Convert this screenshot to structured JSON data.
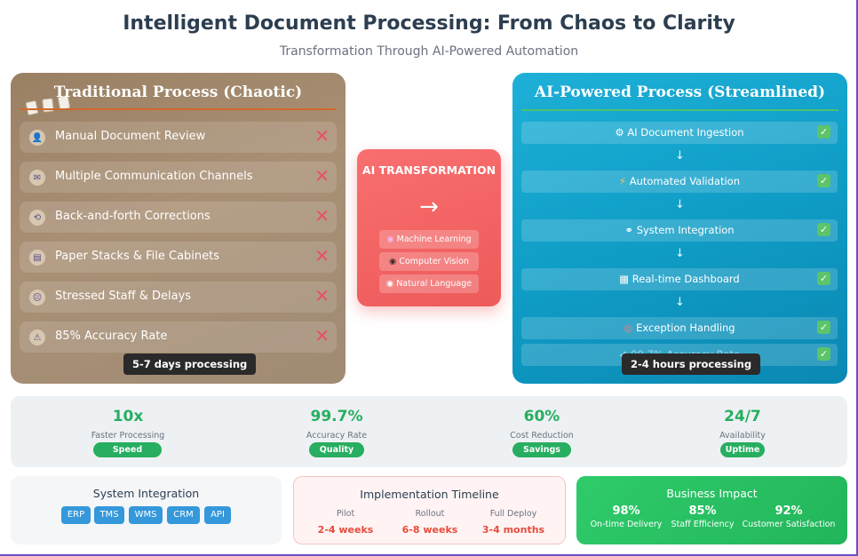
{
  "header": {
    "title": "Intelligent Document Processing: From Chaos to Clarity",
    "subtitle": "Transformation Through AI-Powered Automation"
  },
  "traditional": {
    "title": "Traditional Process (Chaotic)",
    "items": [
      {
        "label": "Manual Document Review",
        "icon": "person-icon",
        "glyph": "👤"
      },
      {
        "label": "Multiple Communication Channels",
        "icon": "email-icon",
        "glyph": "✉"
      },
      {
        "label": "Back-and-forth Corrections",
        "icon": "repeat-icon",
        "glyph": "⟲"
      },
      {
        "label": "Paper Stacks & File Cabinets",
        "icon": "cabinet-icon",
        "glyph": "▤"
      },
      {
        "label": "Stressed Staff & Delays",
        "icon": "stressed-face-icon",
        "glyph": "☹"
      },
      {
        "label": "85% Accuracy Rate",
        "icon": "warning-icon",
        "glyph": "⚠"
      }
    ],
    "status_icon": "x-icon",
    "status_glyph": "✕",
    "time_badge": "5-7 days processing"
  },
  "transformation": {
    "title": "AI TRANSFORMATION",
    "arrow": "→",
    "pills": [
      {
        "label": "Machine Learning",
        "icon": "brain-icon",
        "glyph": "◉"
      },
      {
        "label": "Computer Vision",
        "icon": "eye-icon",
        "glyph": "◉"
      },
      {
        "label": "Natural Language",
        "icon": "speech-icon",
        "glyph": "◉"
      }
    ]
  },
  "ai_process": {
    "title": "AI-Powered Process (Streamlined)",
    "steps": [
      {
        "label": "AI Document Ingestion",
        "icon": "robot-icon",
        "glyph": "⚙"
      },
      {
        "label": "Automated Validation",
        "icon": "lightning-icon",
        "glyph": "⚡"
      },
      {
        "label": "System Integration",
        "icon": "link-icon",
        "glyph": "⚭"
      },
      {
        "label": "Real-time Dashboard",
        "icon": "chart-icon",
        "glyph": "▦"
      },
      {
        "label": "Exception Handling",
        "icon": "target-icon",
        "glyph": "◎"
      },
      {
        "label": "99.7% Accuracy Rate",
        "icon": "check-icon",
        "glyph": "✔"
      }
    ],
    "arrow": "↓",
    "check_glyph": "✓",
    "time_badge": "2-4 hours processing"
  },
  "metrics": [
    {
      "value": "10x",
      "label": "Faster Processing",
      "tag": "Speed"
    },
    {
      "value": "99.7%",
      "label": "Accuracy Rate",
      "tag": "Quality"
    },
    {
      "value": "60%",
      "label": "Cost Reduction",
      "tag": "Savings"
    },
    {
      "value": "24/7",
      "label": "Availability",
      "tag": "Uptime"
    }
  ],
  "system_integration": {
    "title": "System Integration",
    "tags": [
      "ERP",
      "TMS",
      "WMS",
      "CRM",
      "API"
    ]
  },
  "timeline": {
    "title": "Implementation Timeline",
    "phases": [
      {
        "label": "Pilot",
        "value": "2-4 weeks"
      },
      {
        "label": "Rollout",
        "value": "6-8 weeks"
      },
      {
        "label": "Full Deploy",
        "value": "3-4 months"
      }
    ]
  },
  "business_impact": {
    "title": "Business Impact",
    "stats": [
      {
        "value": "98%",
        "label": "On-time Delivery"
      },
      {
        "value": "85%",
        "label": "Staff Efficiency"
      },
      {
        "value": "92%",
        "label": "Customer Satisfaction"
      }
    ]
  },
  "colors": {
    "traditional_panel": "#a08b73",
    "ai_panel": "#0f9dc6",
    "transformation": "#f06464",
    "success": "#27ae60",
    "danger": "#e8506a"
  }
}
